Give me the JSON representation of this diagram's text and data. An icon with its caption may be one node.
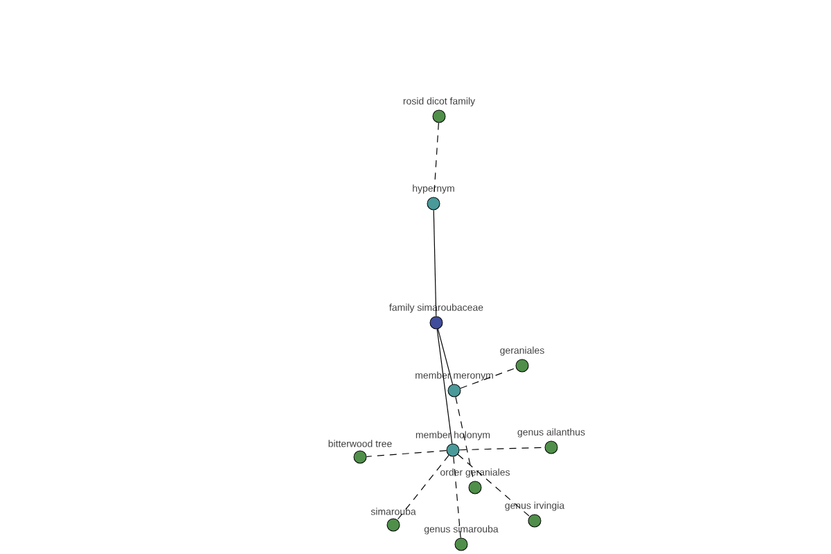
{
  "diagram": {
    "nodes": [
      {
        "text": [
          "rosid dicot family"
        ]
      },
      {
        "text": [
          "hypernym"
        ]
      },
      {
        "text": [
          "family simaroubaceae"
        ]
      },
      {
        "text": [
          "geraniales"
        ]
      },
      {
        "text": [
          "member meronym"
        ]
      },
      {
        "text": [
          "bitterwood tree"
        ]
      },
      {
        "text": [
          "member holonym"
        ]
      },
      {
        "text": [
          "genus ailanthus"
        ]
      },
      {
        "text": [
          "order geraniales"
        ]
      },
      {
        "text": [
          "simarouba"
        ]
      },
      {
        "text": [
          "genus irvingia"
        ]
      },
      {
        "text": [
          "genus simarouba"
        ]
      }
    ],
    "edges": [
      {
        "from": 0,
        "to": 1,
        "arrow": "none",
        "style": "dashed"
      },
      {
        "from": 1,
        "to": 2,
        "arrow": "none"
      },
      {
        "from": 2,
        "to": 4,
        "arrow": "none"
      },
      {
        "from": 2,
        "to": 6,
        "arrow": "none"
      },
      {
        "from": 4,
        "to": 3,
        "arrow": "none",
        "style": "dashed"
      },
      {
        "from": 4,
        "to": 8,
        "arrow": "none",
        "style": "dashed"
      },
      {
        "from": 6,
        "to": 5,
        "arrow": "none",
        "style": "dashed"
      },
      {
        "from": 6,
        "to": 7,
        "arrow": "none",
        "style": "dashed"
      },
      {
        "from": 6,
        "to": 9,
        "arrow": "none",
        "style": "dashed"
      },
      {
        "from": 6,
        "to": 10,
        "arrow": "none",
        "style": "dashed"
      },
      {
        "from": 6,
        "to": 11,
        "arrow": "none",
        "style": "dashed"
      }
    ]
  }
}
